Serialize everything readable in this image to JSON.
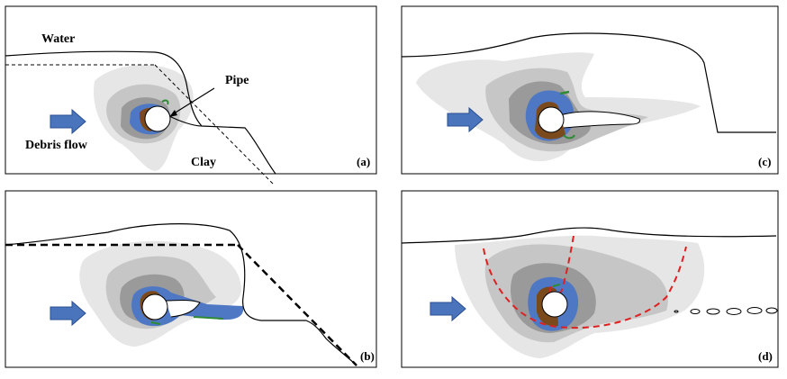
{
  "panels": [
    {
      "id": "a",
      "label": "(a)"
    },
    {
      "id": "b",
      "label": "(b)"
    },
    {
      "id": "c",
      "label": "(c)"
    },
    {
      "id": "d",
      "label": "(d)"
    }
  ],
  "annotations": {
    "water": "Water",
    "pipe": "Pipe",
    "debris_flow": "Debris flow",
    "clay": "Clay"
  },
  "colors": {
    "light_gray": "#e6e6e6",
    "mid_gray": "#c6c6c6",
    "dark_gray": "#9a9a9a",
    "blue": "#4f78c4",
    "brown": "#7a4a1c",
    "green": "#2f8a34",
    "arrow_fill": "#4a74bc",
    "arrow_stroke": "#2a4f8f",
    "failure_line": "#e02020",
    "outline": "#000000"
  },
  "icons": {
    "flow_arrow": "right-arrow-icon"
  }
}
